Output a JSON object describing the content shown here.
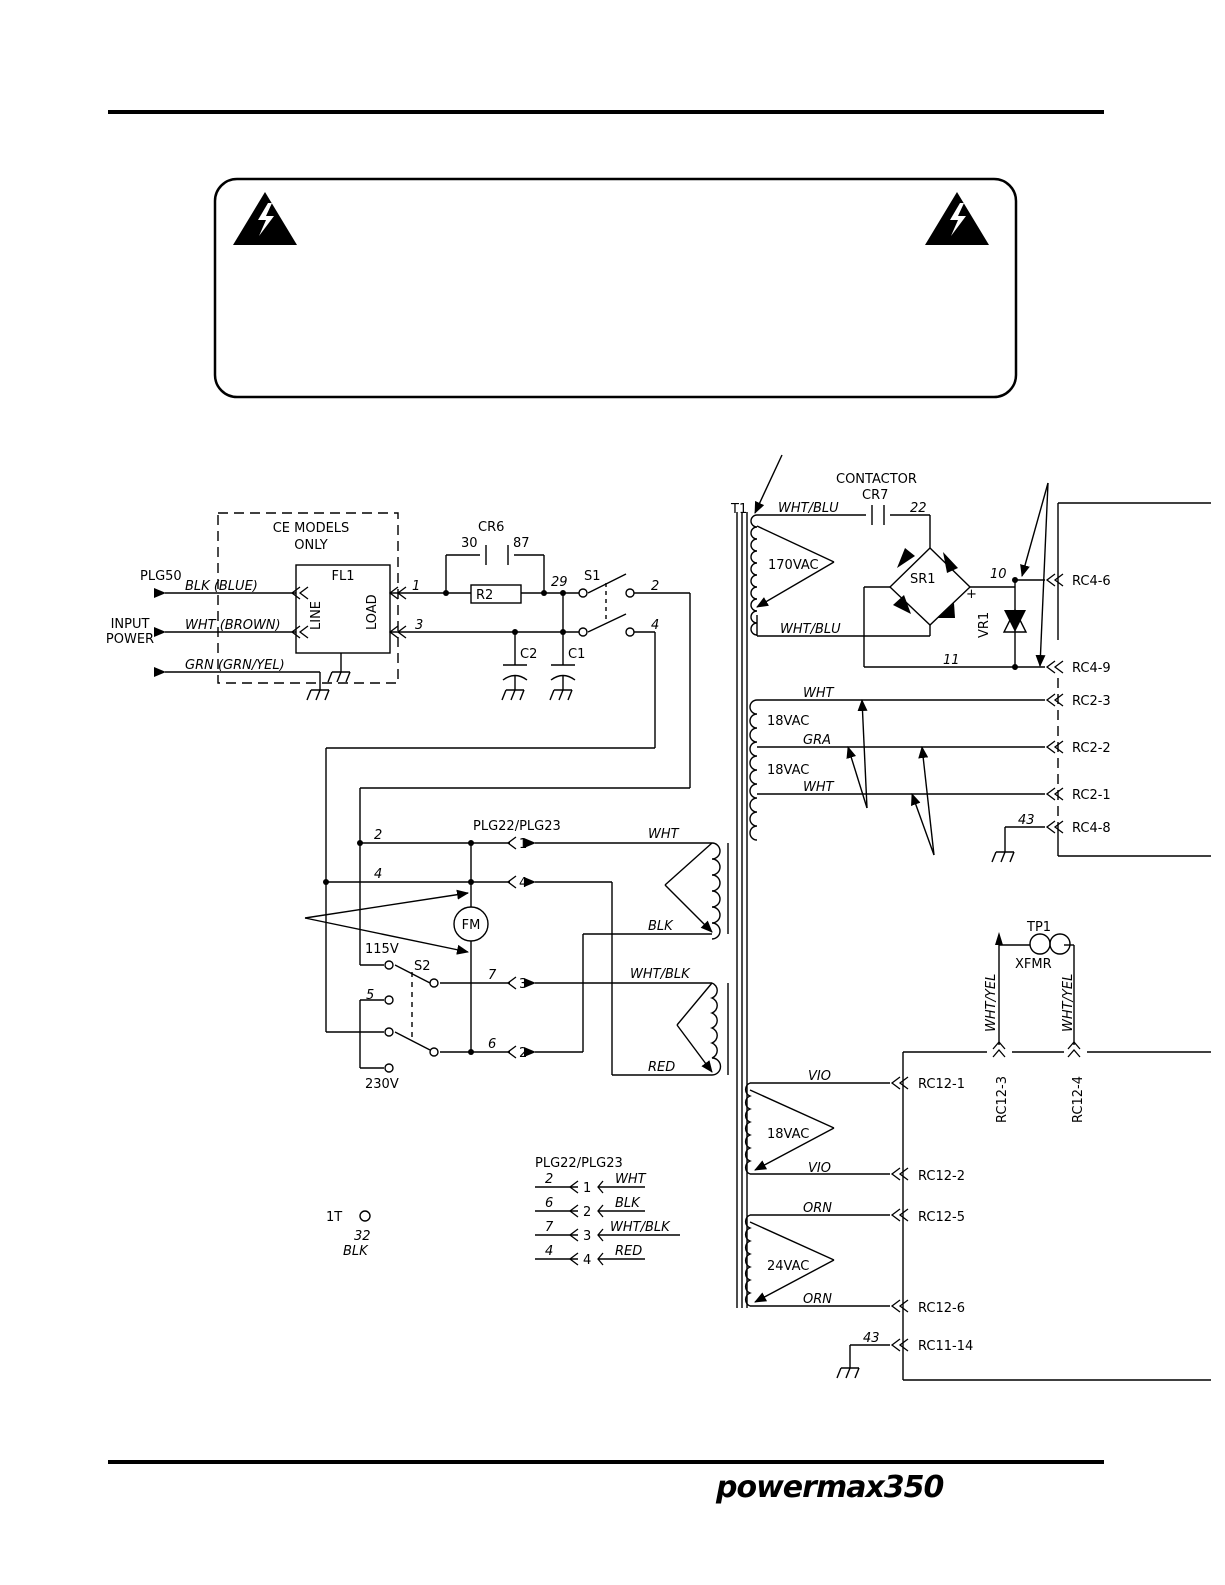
{
  "brand": {
    "logo": "powermax350"
  },
  "icons": [
    "warning-triangle-icon"
  ],
  "filter": {
    "box_label_1": "CE MODELS",
    "box_label_2": "ONLY",
    "name": "FL1",
    "line": "LINE",
    "load": "LOAD"
  },
  "input": {
    "plug": "PLG50",
    "power_1": "INPUT",
    "power_2": "POWER",
    "w_blk": "BLK (BLUE)",
    "w_wht": "WHT (BROWN)",
    "w_grn": "GRN (GRN/YEL)"
  },
  "wires": {
    "n1": "1",
    "n3": "3",
    "n29": "29",
    "n2": "2",
    "n4": "4",
    "n2b": "2",
    "n4b": "4",
    "n7": "7",
    "n6": "6",
    "n5": "5",
    "n10": "10",
    "n11": "11",
    "n22": "22",
    "n43a": "43",
    "n43b": "43",
    "n30": "30",
    "n87": "87",
    "n32": "32"
  },
  "components": {
    "cr6": "CR6",
    "r2": "R2",
    "s1": "S1",
    "c1": "C1",
    "c2": "C2",
    "fm": "FM",
    "s2": "S2",
    "v115": "115V",
    "v230": "230V",
    "t1": "T1",
    "contactor": "CONTACTOR",
    "cr7": "CR7",
    "sr1": "SR1",
    "vr1": "VR1",
    "plus": "+",
    "tp1": "TP1",
    "xfmr": "XFMR",
    "t1_1": "1T",
    "blk32": "BLK"
  },
  "plug22": {
    "title": "PLG22/PLG23",
    "pins": [
      "1",
      "4",
      "3",
      "2"
    ],
    "wires": [
      "WHT",
      "BLK",
      "WHT/BLK",
      "RED"
    ]
  },
  "plug_table": {
    "title": "PLG22/PLG23",
    "rows": [
      {
        "wire": "2",
        "pin": "1",
        "color": "WHT"
      },
      {
        "wire": "6",
        "pin": "2",
        "color": "BLK"
      },
      {
        "wire": "7",
        "pin": "3",
        "color": "WHT/BLK"
      },
      {
        "wire": "4",
        "pin": "4",
        "color": "RED"
      }
    ]
  },
  "transformer": {
    "v170": "170VAC",
    "v18a": "18VAC",
    "v18b": "18VAC",
    "v18c": "18VAC",
    "v24": "24VAC",
    "w_whtblu_1": "WHT/BLU",
    "w_whtblu_2": "WHT/BLU",
    "w_wht_1": "WHT",
    "w_gra": "GRA",
    "w_wht_2": "WHT",
    "w_vio_1": "VIO",
    "w_vio_2": "VIO",
    "w_orn_1": "ORN",
    "w_orn_2": "ORN",
    "w_whtyel_1": "WHT/YEL",
    "w_whtyel_2": "WHT/YEL"
  },
  "connectors": {
    "rc4_6": "RC4-6",
    "rc4_9": "RC4-9",
    "rc2_3": "RC2-3",
    "rc2_2": "RC2-2",
    "rc2_1": "RC2-1",
    "rc4_8": "RC4-8",
    "rc12_1": "RC12-1",
    "rc12_2": "RC12-2",
    "rc12_5": "RC12-5",
    "rc12_6": "RC12-6",
    "rc11_14": "RC11-14",
    "rc12_3": "RC12-3",
    "rc12_4": "RC12-4"
  }
}
